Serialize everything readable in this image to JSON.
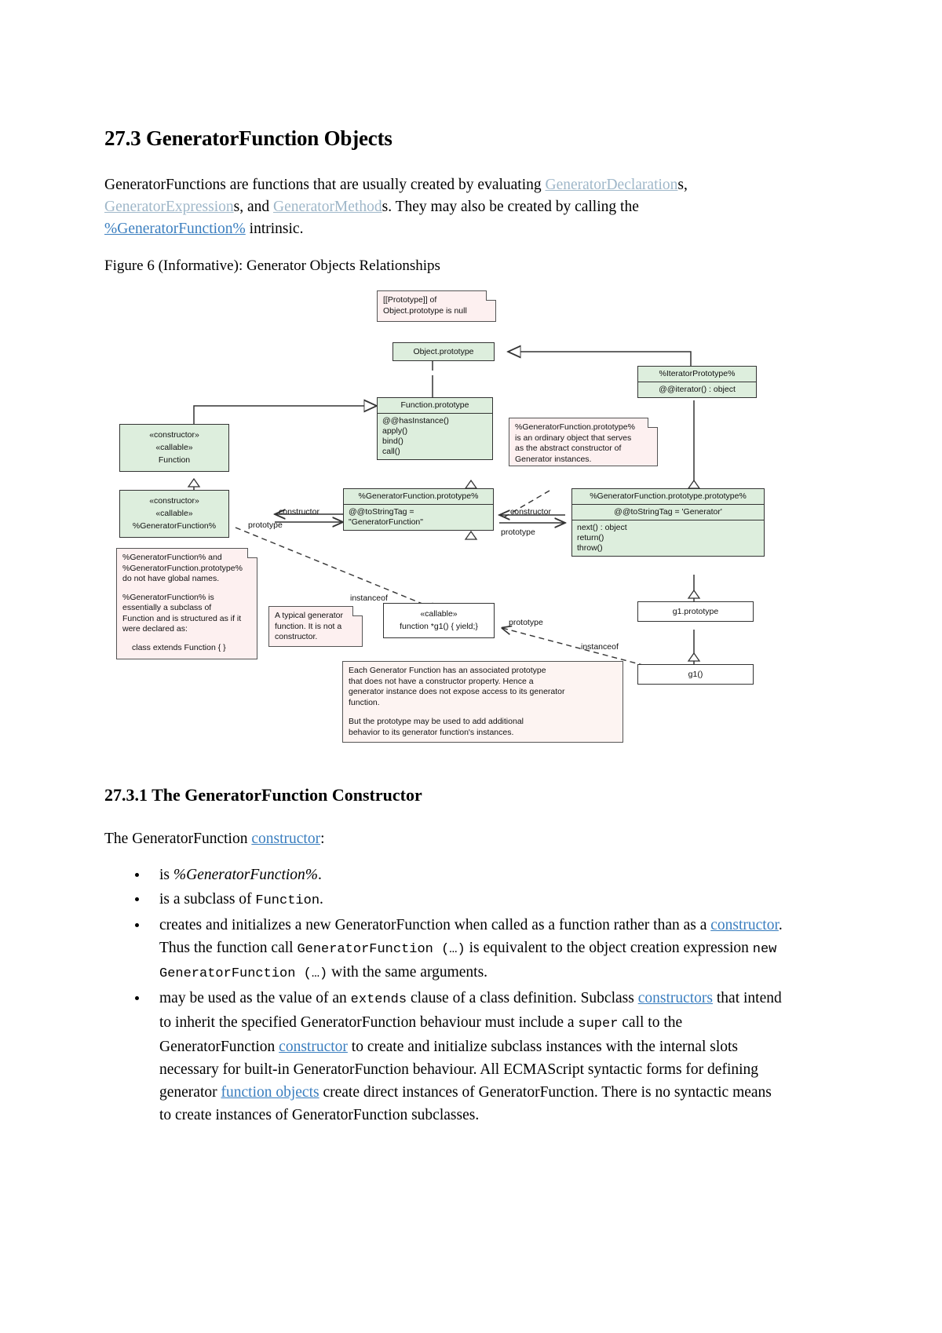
{
  "document": {
    "section_title": "27.3 GeneratorFunction Objects",
    "intro": {
      "part1": "GeneratorFunctions are functions that are usually created by evaluating ",
      "link1": "GeneratorDeclaration",
      "part2": "s, ",
      "link2": "GeneratorExpression",
      "part3": "s, and ",
      "link3": "GeneratorMethod",
      "part4": "s. They may also be created by calling the ",
      "link4": "%GeneratorFunction%",
      "part5": " intrinsic."
    },
    "figure_caption": "Figure 6 (Informative): Generator Objects Relationships",
    "subsection_title": "27.3.1 The GeneratorFunction Constructor",
    "lead": {
      "part1": "The GeneratorFunction ",
      "link": "constructor",
      "part2": ":"
    },
    "bullets": [
      {
        "id": "bullet-1",
        "segments": [
          {
            "t": "is ",
            "k": "text"
          },
          {
            "t": "%GeneratorFunction%",
            "k": "italic"
          },
          {
            "t": ".",
            "k": "text"
          }
        ]
      },
      {
        "id": "bullet-2",
        "segments": [
          {
            "t": "is a subclass of ",
            "k": "text"
          },
          {
            "t": "Function",
            "k": "mono"
          },
          {
            "t": ".",
            "k": "text"
          }
        ]
      },
      {
        "id": "bullet-3",
        "segments": [
          {
            "t": "creates and initializes a new GeneratorFunction when called as a function rather than as a ",
            "k": "text"
          },
          {
            "t": "constructor",
            "k": "link"
          },
          {
            "t": ". Thus the function call ",
            "k": "text"
          },
          {
            "t": "GeneratorFunction (…)",
            "k": "mono"
          },
          {
            "t": " is equivalent to the object creation expression ",
            "k": "text"
          },
          {
            "t": "new GeneratorFunction (…)",
            "k": "mono"
          },
          {
            "t": " with the same arguments.",
            "k": "text"
          }
        ]
      },
      {
        "id": "bullet-4",
        "segments": [
          {
            "t": "may be used as the value of an ",
            "k": "text"
          },
          {
            "t": "extends",
            "k": "mono"
          },
          {
            "t": " clause of a class definition. Subclass ",
            "k": "text"
          },
          {
            "t": "constructors",
            "k": "link"
          },
          {
            "t": " that intend to inherit the specified GeneratorFunction behaviour must include a ",
            "k": "text"
          },
          {
            "t": "super",
            "k": "mono"
          },
          {
            "t": " call to the GeneratorFunction ",
            "k": "text"
          },
          {
            "t": "constructor",
            "k": "link"
          },
          {
            "t": " to create and initialize subclass instances with the internal slots necessary for built-in GeneratorFunction behaviour. All ECMAScript syntactic forms for defining generator ",
            "k": "text"
          },
          {
            "t": "function objects",
            "k": "link"
          },
          {
            "t": " create direct instances of GeneratorFunction. There is no syntactic means to create instances of GeneratorFunction subclasses.",
            "k": "text"
          }
        ]
      }
    ]
  },
  "diagram": {
    "nodes": {
      "object_prototype": {
        "title": "Object.prototype"
      },
      "iterator_prototype": {
        "title": "%IteratorPrototype%",
        "members": "@@iterator() : object"
      },
      "function_prototype": {
        "title": "Function.prototype",
        "members": "@@hasInstance()\napply()\nbind()\ncall()"
      },
      "function_ctor": {
        "line1": "«constructor»",
        "line2": "«callable»",
        "line3": "Function"
      },
      "generatorfunction_ctor": {
        "line1": "«constructor»",
        "line2": "«callable»",
        "line3": "%GeneratorFunction%"
      },
      "gf_prototype": {
        "title": "%GeneratorFunction.prototype%",
        "members": "@@toStringTag =\n    \"GeneratorFunction\""
      },
      "gf_prototype_prototype": {
        "title": "%GeneratorFunction.prototype.prototype%",
        "members1": "@@toStringTag = 'Generator'",
        "members2": "next() : object\nreturn()\nthrow()"
      },
      "g1_prototype": {
        "title": "g1.prototype"
      },
      "g1_instance": {
        "title": "g1()"
      },
      "generator_fn": {
        "line1": "«callable»",
        "line2": "function *g1() { yield;}"
      }
    },
    "notes": {
      "object_proto_null": "[[Prototype]] of\nObject.prototype is null",
      "gf_prototype_note": "%GeneratorFunction.prototype%\nis an ordinary object that serves\nas the abstract constructor of\nGenerator instances.",
      "global_names_note_p1": "%GeneratorFunction% and\n%GeneratorFunction.prototype%\ndo not have global names.",
      "global_names_note_p2": "%GeneratorFunction% is\nessentially a subclass of\nFunction and is structured as if it\nwere declared as:",
      "global_names_note_code": "class extends Function { }",
      "typical_generator_note": "A typical generator\nfunction. It is not a\nconstructor.",
      "each_gf_note_p1": "Each Generator Function has an associated prototype\nthat does not have a constructor property. Hence a\ngenerator instance does not expose access to its generator\nfunction.",
      "each_gf_note_p2": "But the prototype may be used to add additional\nbehavior to its generator function's instances."
    },
    "edge_labels": {
      "constructor_left": "constructor",
      "prototype_left": "prototype",
      "constructor_right": "constructor",
      "prototype_right": "prototype",
      "instanceof_upper": "instanceof",
      "prototype_mid": "prototype",
      "instanceof_lower": "instanceof"
    }
  },
  "colors": {
    "link": "#3a7ebf",
    "link_muted": "#9fb7c9",
    "node_fill": "#ddeedd",
    "note_fill": "#fdf0f0",
    "stroke": "#333333"
  }
}
